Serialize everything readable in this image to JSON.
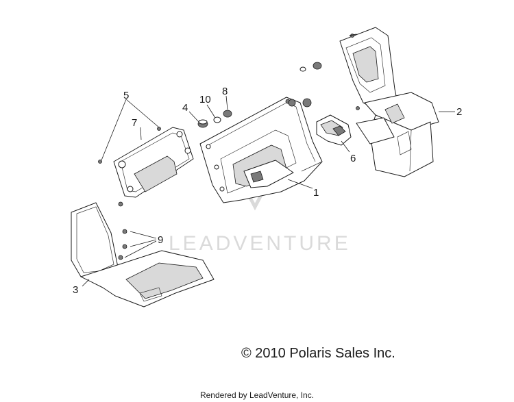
{
  "callouts": [
    {
      "id": "1",
      "text": "1"
    },
    {
      "id": "2",
      "text": "2"
    },
    {
      "id": "3",
      "text": "3"
    },
    {
      "id": "4",
      "text": "4"
    },
    {
      "id": "5",
      "text": "5"
    },
    {
      "id": "6",
      "text": "6"
    },
    {
      "id": "7",
      "text": "7"
    },
    {
      "id": "8",
      "text": "8"
    },
    {
      "id": "9",
      "text": "9"
    },
    {
      "id": "10",
      "text": "10"
    }
  ],
  "watermark": {
    "text": "LEADVENTURE"
  },
  "copyright": "© 2010 Polaris Sales Inc.",
  "rendered_by": "Rendered by LeadVenture, Inc."
}
